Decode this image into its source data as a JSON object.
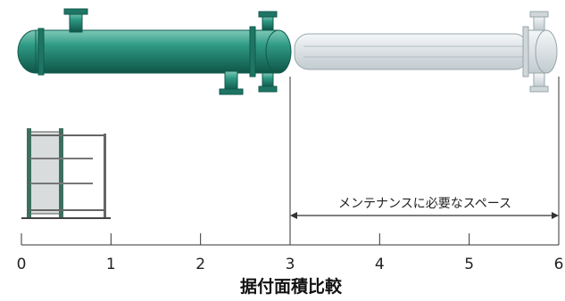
{
  "diagram": {
    "axis": {
      "ticks": [
        "0",
        "1",
        "2",
        "3",
        "4",
        "5",
        "6"
      ],
      "title": "据付面積比較"
    },
    "maintenance_label": "メンテナンスに必要なスペース",
    "colors": {
      "shell_green": "#2a8a78",
      "shell_dark": "#0f5a4c",
      "ghost_gray": "#dde3e6",
      "plate_frame": "#3c6f5f",
      "line": "#333333"
    }
  }
}
